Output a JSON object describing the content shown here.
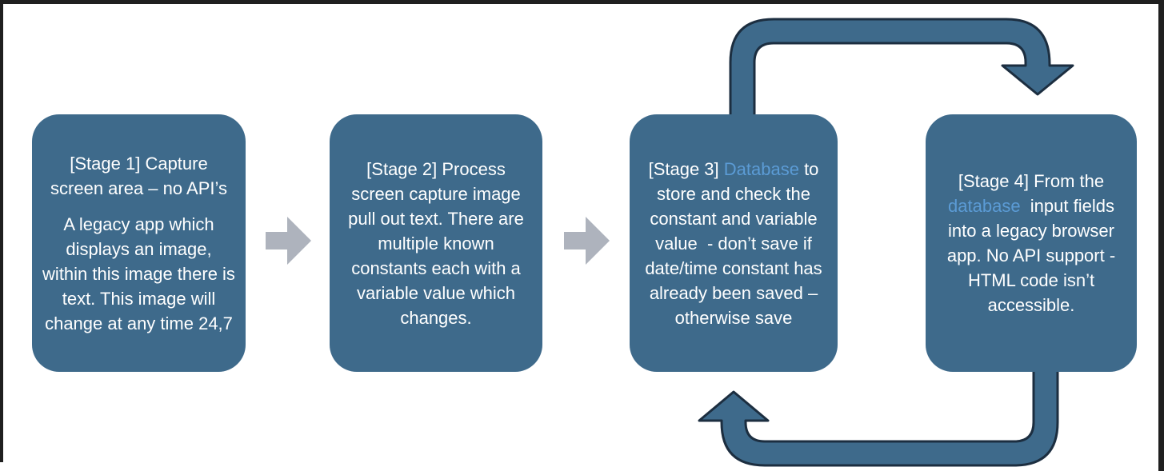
{
  "colors": {
    "box_fill": "#3e6a8b",
    "arrow_outline": "#1c2e40",
    "gray_arrow": "#aeb3bd",
    "highlight_text": "#5b9bd5",
    "text": "#ffffff",
    "frame": "#1f1f1f"
  },
  "arrows": {
    "flow_1_2": "right-block-arrow",
    "flow_2_3": "right-block-arrow",
    "loop_top": "u-turn-arrow-stage3-to-stage4",
    "loop_bottom": "u-turn-arrow-stage4-to-stage3"
  },
  "stages": [
    {
      "name": "stage-1",
      "paragraphs": [
        {
          "segments": [
            {
              "text": "[Stage 1] Capture screen area – no API’s",
              "highlight": false
            }
          ]
        },
        {
          "segments": [
            {
              "text": "A legacy app which displays an image, within this image there is text. This image will change at any time 24,7",
              "highlight": false
            }
          ]
        }
      ]
    },
    {
      "name": "stage-2",
      "paragraphs": [
        {
          "segments": [
            {
              "text": "[Stage 2] Process screen capture image pull out text. There are multiple known constants each with a variable value which changes.",
              "highlight": false
            }
          ]
        }
      ]
    },
    {
      "name": "stage-3",
      "paragraphs": [
        {
          "segments": [
            {
              "text": "[Stage 3] ",
              "highlight": false
            },
            {
              "text": "Database",
              "highlight": true
            },
            {
              "text": " to store and check the  constant and variable value  - don’t save if date/time constant has already been saved – otherwise save",
              "highlight": false
            }
          ]
        }
      ]
    },
    {
      "name": "stage-4",
      "paragraphs": [
        {
          "segments": [
            {
              "text": "[Stage 4] From the ",
              "highlight": false
            },
            {
              "text": "database",
              "highlight": true
            },
            {
              "text": "  input fields into a legacy browser app. No API support - HTML code isn’t accessible.",
              "highlight": false
            }
          ]
        }
      ]
    }
  ]
}
